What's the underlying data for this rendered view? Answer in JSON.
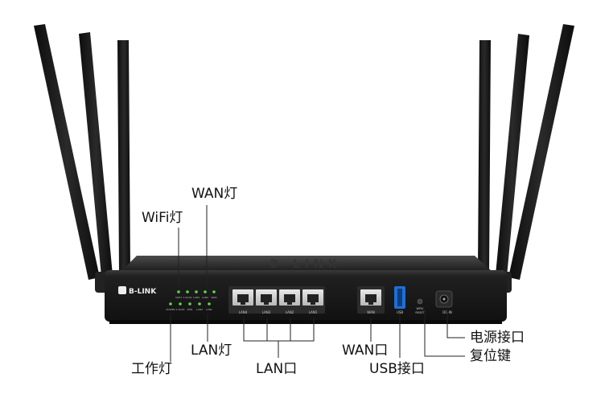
{
  "brand": {
    "logo_text": "B-LINK",
    "top_logo_text": "B-LINK"
  },
  "panel": {
    "led_top_labels": [
      "5GHz",
      "2.4GHz",
      "LAN4",
      "LAN2",
      "WAN"
    ],
    "led_bottom_labels": [
      "POWER",
      "2.4GHz",
      "WPS",
      "LAN3",
      "LAN1"
    ],
    "lan_port_labels": [
      "LAN4",
      "LAN3",
      "LAN2",
      "LAN1"
    ],
    "wan_port_label": "WAN",
    "usb_port_label": "USB",
    "reset_label_line1": "WPS/",
    "reset_label_line2": "RESET",
    "dc_label": "DC-IN"
  },
  "callouts": {
    "wan_led": "WAN灯",
    "wifi_led": "WiFi灯",
    "work_led": "工作灯",
    "lan_led": "LAN灯",
    "lan_port": "LAN口",
    "wan_port": "WAN口",
    "usb_port": "USB接口",
    "power_port": "电源接口",
    "reset_key": "复位键"
  },
  "colors": {
    "background": "#ffffff",
    "router_body": "#1b1b1b",
    "antenna": "#161616",
    "led_green": "#5fd84a",
    "usb_blue": "#1e6fd6",
    "leader_line": "#222222"
  }
}
